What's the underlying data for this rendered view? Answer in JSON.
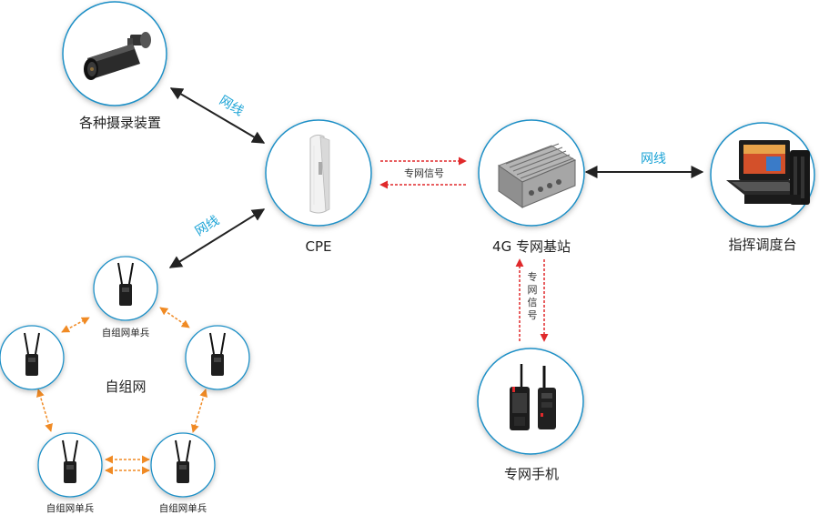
{
  "nodes": {
    "cameras": "各种摄录装置",
    "cpe": "CPE",
    "base_station": "4G 专网基站",
    "command_console": "指挥调度台",
    "handset": "专网手机",
    "mesh_center": "自组网",
    "soldier_top": "自组网单兵",
    "soldier_bottom_left": "自组网单兵",
    "soldier_bottom_right": "自组网单兵"
  },
  "links": {
    "camera_cpe": "网线",
    "mesh_cpe": "网线",
    "bs_console": "网线",
    "cpe_bs_signal": "专网信号",
    "bs_handset_signal": [
      "专",
      "网",
      "信",
      "号"
    ]
  },
  "colors": {
    "cable": "#222222",
    "cable_label": "#1aa3d6",
    "signal": "#e0292b",
    "mesh_link": "#f08a24",
    "circle_stroke": "#1e8fc6"
  },
  "icons": {
    "cameras": "cctv-camera-icon",
    "cpe": "cpe-antenna-icon",
    "base_station": "base-station-icon",
    "command_console": "rugged-laptop-icon",
    "handset": "radio-handset-icon",
    "soldier": "manpack-radio-icon"
  }
}
